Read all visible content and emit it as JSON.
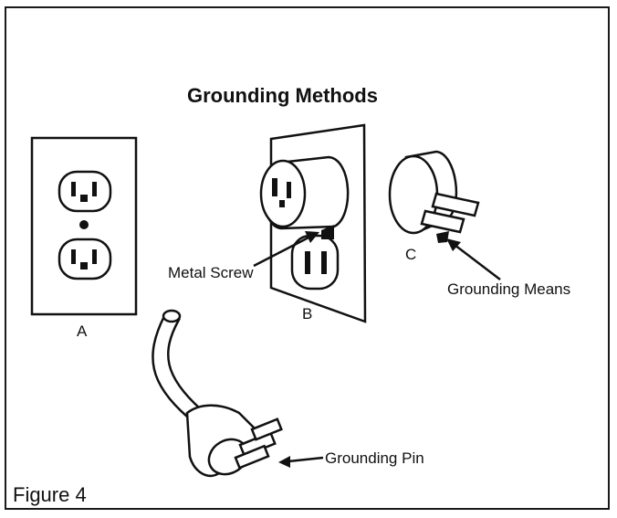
{
  "diagram": {
    "title": "Grounding Methods",
    "figure_label": "Figure 4",
    "labels": {
      "a": "A",
      "b": "B",
      "c": "C",
      "metal_screw": "Metal Screw",
      "grounding_means": "Grounding Means",
      "grounding_pin": "Grounding Pin"
    }
  }
}
